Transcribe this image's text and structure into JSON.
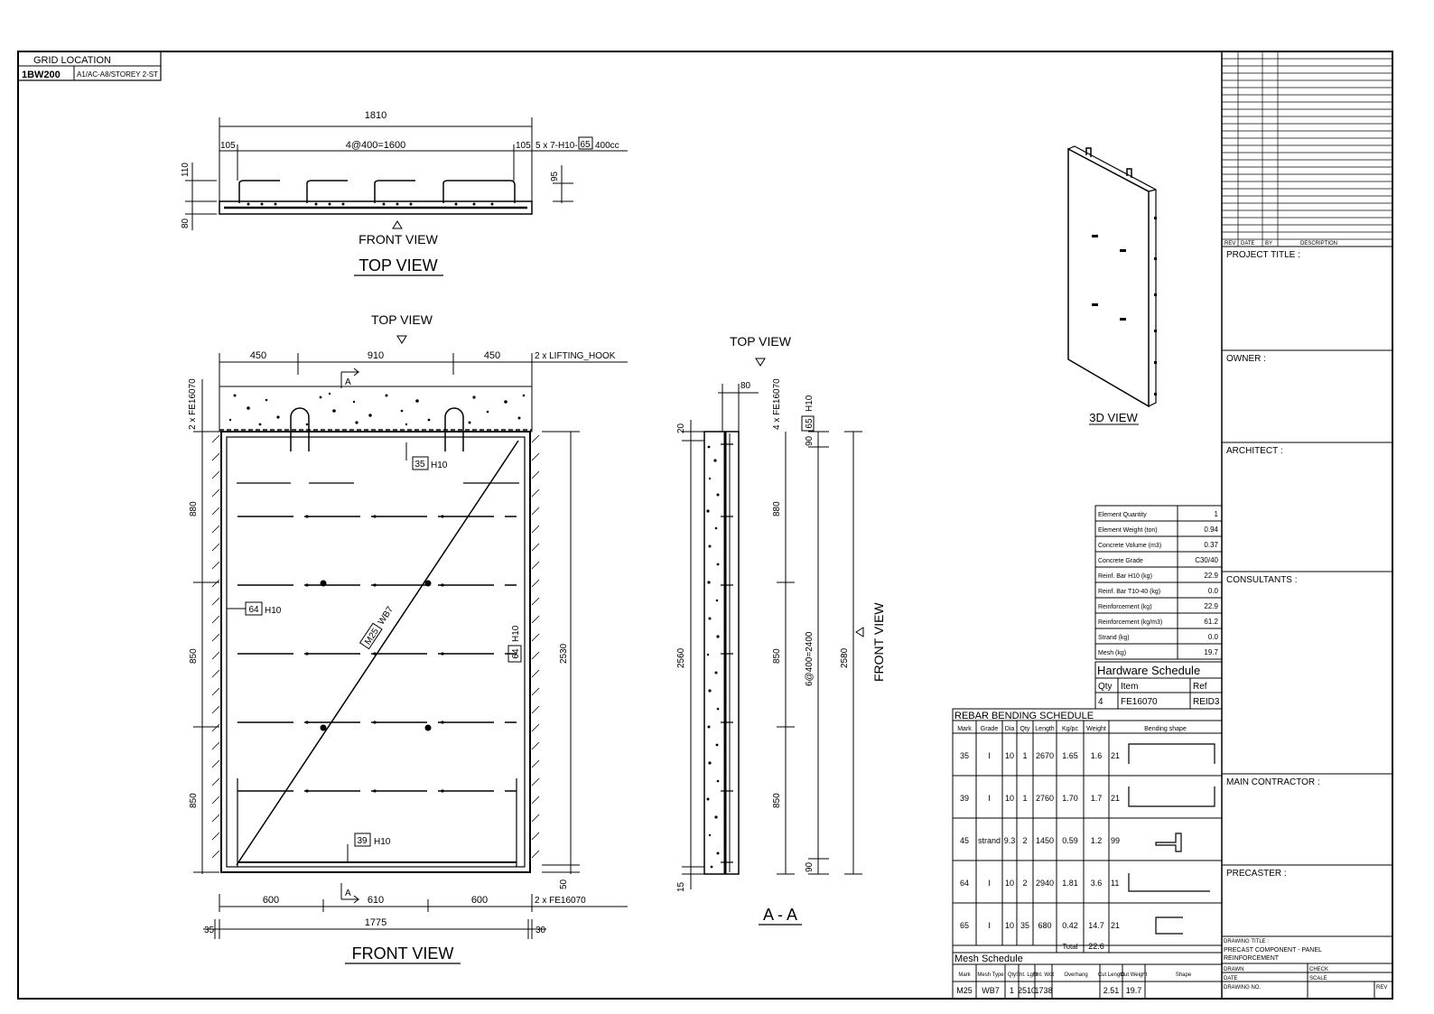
{
  "grid": {
    "header": "GRID LOCATION",
    "code": "1BW200",
    "location": "A1/AC-A8/STOREY 2-ST"
  },
  "top_view": {
    "title": "TOP VIEW",
    "front_view_marker": "FRONT VIEW",
    "dims": {
      "overall": "1810",
      "left_cover": "105",
      "spacing": "4@400=1600",
      "right_cover": "105",
      "bar_callout": "5 x 7-H10-",
      "bar_mark": "65",
      "bar_spacing": "400cc",
      "h_top": "110",
      "h_bottom": "80",
      "h_right": "95"
    }
  },
  "front_view": {
    "title": "FRONT VIEW",
    "top_view_marker": "TOP VIEW",
    "section_mark": "A",
    "top_dims": [
      "450",
      "910",
      "450"
    ],
    "lifting_hook": "2 x LIFTING_HOOK",
    "left_insert": "2 x FE16070",
    "bottom_insert": "2 x FE16070",
    "left_dims": [
      "880",
      "850",
      "850"
    ],
    "right_dims": {
      "height": "2530",
      "bottom": "50"
    },
    "bottom_dims": [
      "600",
      "610",
      "600"
    ],
    "overall_width": "1775",
    "edge_left": "35",
    "edge_right": "30",
    "bar_labels": [
      {
        "mark": "35",
        "text": "H10"
      },
      {
        "mark": "64",
        "text": "H10"
      },
      {
        "mark": "64",
        "text": "H10"
      },
      {
        "mark": "39",
        "text": "H10"
      }
    ],
    "mesh_label": {
      "mark": "M25",
      "text": "WB7"
    }
  },
  "section": {
    "title": "A - A",
    "top_view_marker": "TOP VIEW",
    "front_view_marker": "FRONT VIEW",
    "top_dim": "80",
    "insert_label": "4 x FE16070",
    "bar_mark": "65",
    "bar_text": "H10",
    "left_top": "20",
    "left_height": "2560",
    "left_bottom": "15",
    "mid_dims": [
      "880",
      "850",
      "850"
    ],
    "right_top": "90",
    "right_spacing": "6@400=2400",
    "right_bottom": "90",
    "overall": "2580"
  },
  "iso_view": {
    "title": "3D VIEW"
  },
  "element_info": [
    {
      "label": "Element Quantity",
      "value": "1"
    },
    {
      "label": "Element Weight (ton)",
      "value": "0.94"
    },
    {
      "label": "Concrete Volume (m3)",
      "value": "0.37"
    },
    {
      "label": "Concrete Grade",
      "value": "C30/40"
    },
    {
      "label": "Reinf. Bar H10 (kg)",
      "value": "22.9"
    },
    {
      "label": "Reinf. Bar T10-40 (kg)",
      "value": "0.0"
    },
    {
      "label": "Reinforcement (kg)",
      "value": "22.9"
    },
    {
      "label": "Reinforcement (kg/m3)",
      "value": "61.2"
    },
    {
      "label": "Strand (kg)",
      "value": "0.0"
    },
    {
      "label": "Mesh (kg)",
      "value": "19.7"
    }
  ],
  "hardware": {
    "title": "Hardware Schedule",
    "headers": [
      "Qty",
      "Item",
      "Ref"
    ],
    "rows": [
      [
        "4",
        "FE16070",
        "REID3"
      ]
    ]
  },
  "rebar": {
    "title": "REBAR BENDING SCHEDULE",
    "headers": [
      "Mark",
      "Grade",
      "Dia",
      "Qty",
      "Length",
      "Kg/pc",
      "Weight",
      "Bending shape"
    ],
    "rows": [
      [
        "35",
        "I",
        "10",
        "1",
        "2670",
        "1.65",
        "1.6",
        "21"
      ],
      [
        "39",
        "I",
        "10",
        "1",
        "2760",
        "1.70",
        "1.7",
        "21"
      ],
      [
        "45",
        "strand",
        "9.3",
        "2",
        "1450",
        "0.59",
        "1.2",
        "99"
      ],
      [
        "64",
        "I",
        "10",
        "2",
        "2940",
        "1.81",
        "3.6",
        "11"
      ],
      [
        "65",
        "I",
        "10",
        "35",
        "680",
        "0.42",
        "14.7",
        "21"
      ]
    ],
    "total_label": "Total",
    "total_value": "22.6"
  },
  "mesh": {
    "title": "Mesh Schedule",
    "headers": [
      "Mark",
      "Mesh Type",
      "Qty",
      "Sht. Lgth",
      "Sht. Wdt",
      "Overhang",
      "Cut Length",
      "Cut Weight",
      "Shape"
    ],
    "rows": [
      [
        "M25",
        "WB7",
        "1",
        "2510",
        "1738",
        "",
        "2.51",
        "19.7",
        ""
      ]
    ]
  },
  "title_block": {
    "rev_headers": [
      "REV",
      "DATE",
      "BY",
      "DESCRIPTION"
    ],
    "sections": [
      "PROJECT TITLE :",
      "OWNER :",
      "ARCHITECT :",
      "CONSULTANTS :",
      "MAIN CONTRACTOR :",
      "PRECASTER :"
    ],
    "drawing_title_label": "DRAWING TITLE :",
    "drawing_title_line1": "PRECAST COMPONENT - PANEL",
    "drawing_title_line2": "REINFORCEMENT",
    "drawn_label": "DRAWN",
    "checked_label": "CHECK",
    "date_label": "DATE",
    "scale_label": "SCALE",
    "number_label": "DRAWING NO.",
    "rev_label": "REV"
  }
}
